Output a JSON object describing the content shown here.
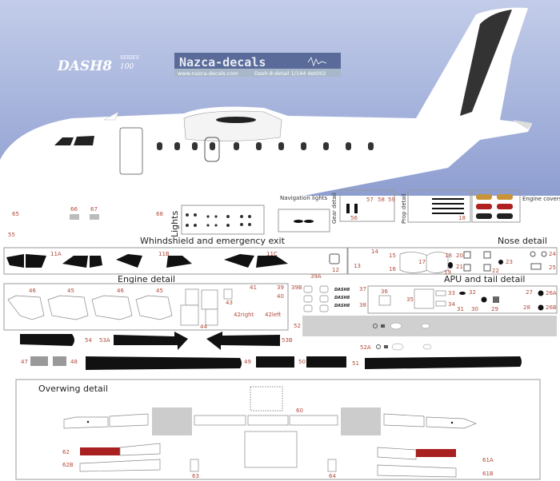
{
  "header": {
    "logo_dash8": "DASH8",
    "logo_series": "SERIES",
    "logo_100": "100",
    "brand": "Nazca-decals",
    "website": "www.nazca-decals.com",
    "sheet_name": "Dash-8-detail 1/144 det002"
  },
  "sections": {
    "lights": "Lights",
    "navigation_lights": "Navigation lights",
    "gear_detail": "Gear detail",
    "prop_detail": "Prop detail",
    "engine_covers": "Engine covers",
    "windshield": "Whindshield and emergency exit",
    "nose_detail": "Nose detail",
    "engine_detail": "Engine detail",
    "apu_tail": "APU and tail detail",
    "overwing": "Overwing detail"
  },
  "numbers": {
    "n65": "65",
    "n66": "66",
    "n67": "67",
    "n68": "68",
    "n55": "55",
    "n57": "57",
    "n58": "58",
    "n59": "59",
    "n56": "56",
    "n18a": "18",
    "n11a": "11A",
    "n11b": "11B",
    "n11c": "11C",
    "n12": "12",
    "n14": "14",
    "n13": "13",
    "n15": "15",
    "n16": "16",
    "n17": "17",
    "n18b": "18",
    "n19": "19",
    "n20": "20",
    "n21": "21",
    "n22": "22",
    "n23": "23",
    "n24": "24",
    "n25": "25",
    "n46a": "46",
    "n45a": "45",
    "n46b": "46",
    "n45b": "45",
    "n41": "41",
    "n39": "39",
    "n40": "40",
    "n43": "43",
    "n42r": "42right",
    "n42l": "42left",
    "n44": "44",
    "n39a": "39A",
    "n39b": "39B",
    "n37": "37",
    "n38": "38",
    "n52": "52",
    "n52a": "52A",
    "n36": "36",
    "n35": "35",
    "n33": "33",
    "n34": "34",
    "n32": "32",
    "n31": "31",
    "n30": "30",
    "n29": "29",
    "n27": "27",
    "n26a": "26A",
    "n28": "28",
    "n26b": "26B",
    "n54": "54",
    "n53a": "53A",
    "n53b": "53B",
    "n47": "47",
    "n48": "48",
    "n49": "49",
    "n50": "50",
    "n51": "51",
    "n60": "60",
    "n62": "62",
    "n62b": "62B",
    "n63": "63",
    "n64": "64",
    "n61a": "61A",
    "n61b": "61B"
  },
  "colors": {
    "sky_top": "#b9c6e6",
    "sky_bottom": "#8f9fcf",
    "label": "#b04a3a",
    "overwing_red": "#a82020",
    "banner": "#5a6b9a"
  }
}
